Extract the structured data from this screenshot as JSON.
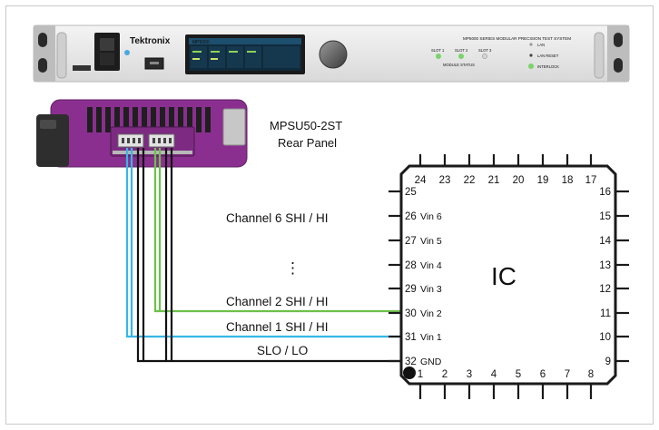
{
  "instrument": {
    "brand": "Tektronix",
    "series_label": "MP5000 SERIES  MODULAR PRECISION TEST SYSTEM",
    "status_labels": [
      "SLOT 1",
      "SLOT 2",
      "SLOT 3"
    ],
    "module_status": "MODULE STATUS",
    "right_labels": [
      "LAN",
      "LAN RESET",
      "INTERLOCK"
    ],
    "screen_header": "MP5000"
  },
  "module": {
    "name": "MPSU50-2ST",
    "subtitle": "Rear Panel"
  },
  "channels": {
    "ch6": "Channel 6 SHI / HI",
    "dots": "⋮",
    "ch2": "Channel 2 SHI / HI",
    "ch1": "Channel 1 SHI / HI",
    "slo": "SLO / LO"
  },
  "ic": {
    "label": "IC",
    "top_pins": [
      "24",
      "23",
      "22",
      "21",
      "20",
      "19",
      "18",
      "17"
    ],
    "bottom_pins": [
      "1",
      "2",
      "3",
      "4",
      "5",
      "6",
      "7",
      "8"
    ],
    "left_pins": [
      "25",
      "26",
      "27",
      "28",
      "29",
      "30",
      "31",
      "32"
    ],
    "left_names": [
      "",
      "Vin 6",
      "Vin 5",
      "Vin 4",
      "Vin 3",
      "Vin 2",
      "Vin 1",
      "GND"
    ],
    "right_pins": [
      "16",
      "15",
      "14",
      "13",
      "12",
      "11",
      "10",
      "9"
    ]
  },
  "colors": {
    "cyan_wire": "#36b7e6",
    "green_wire": "#6cc04a",
    "black_wire": "#111111",
    "module_purple": "#8a2f8f"
  }
}
